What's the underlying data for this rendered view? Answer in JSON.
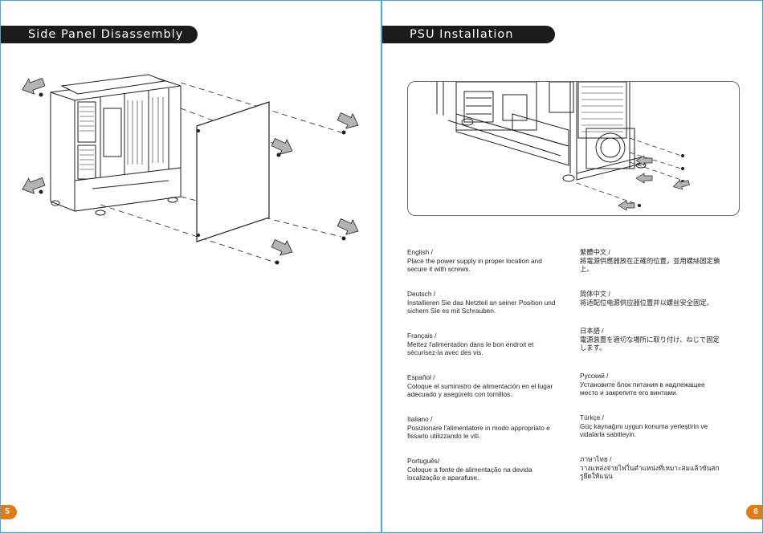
{
  "left_page": {
    "title": "Side Panel Disassembly",
    "page_number": "5"
  },
  "right_page": {
    "title": "PSU Installation",
    "page_number": "6",
    "instructions": [
      {
        "lang": "English /",
        "text": "Place the power supply in proper location and secure it with screws."
      },
      {
        "lang": "繁體中文 /",
        "text": "將電源供應器放在正確的位置，並用螺絲固定鎖上。"
      },
      {
        "lang": "Deutsch /",
        "text": "Installieren Sie das Netzteil an seiner Position und sichern Sie es mit Schrauben."
      },
      {
        "lang": "简体中文 /",
        "text": "将适配位电源供应器位置并以螺丝安全固定。"
      },
      {
        "lang": "Français /",
        "text": "Mettez l'alimentation dans le bon endroit et sécurisez-la avec des vis."
      },
      {
        "lang": "日本語 /",
        "text": "電源装置を適切な場所に取り付け、ねじで固定します。"
      },
      {
        "lang": "Español /",
        "text": "Coloque el suministro de alimentación en el lugar adecuado y asegúrelo con tornillos."
      },
      {
        "lang": "Русский /",
        "text": "Установите блок питания в надлежащее место и закрепите его винтами."
      },
      {
        "lang": "Italiano /",
        "text": "Posizionare l'alimentatore in modo appropriato e fissarlo utilizzando le viti."
      },
      {
        "lang": "Türkçe /",
        "text": "Güç kaynağını uygun konuma yerleştirin ve vidalarla sabitleyin."
      },
      {
        "lang": "Português/",
        "text": "Coloque a fonte de alimentação na devida localização e aparafuse."
      },
      {
        "lang": "ภาษาไทย /",
        "text": "วางแหล่งจ่ายไฟในตำแหน่งที่เหมาะสมแล้วขันสกรูยึดให้แน่น"
      }
    ]
  },
  "colors": {
    "banner": "#1c1a1b",
    "page_number": "#e07b1a",
    "page_border": "#4aa3d9",
    "arrow_fill": "#b3b3b3",
    "line_art": "#231f20"
  }
}
